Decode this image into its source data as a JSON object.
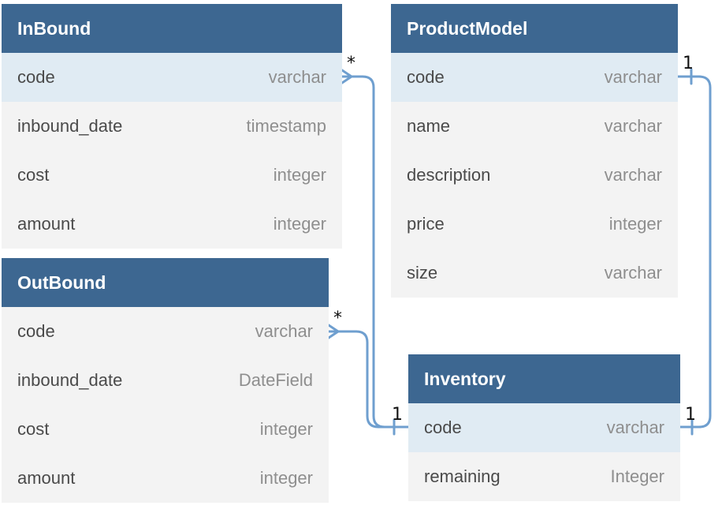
{
  "tables": {
    "inbound": {
      "title": "InBound",
      "columns": [
        {
          "name": "code",
          "type": "varchar"
        },
        {
          "name": "inbound_date",
          "type": "timestamp"
        },
        {
          "name": "cost",
          "type": "integer"
        },
        {
          "name": "amount",
          "type": "integer"
        }
      ]
    },
    "outbound": {
      "title": "OutBound",
      "columns": [
        {
          "name": "code",
          "type": "varchar"
        },
        {
          "name": "inbound_date",
          "type": "DateField"
        },
        {
          "name": "cost",
          "type": "integer"
        },
        {
          "name": "amount",
          "type": "integer"
        }
      ]
    },
    "productmodel": {
      "title": "ProductModel",
      "columns": [
        {
          "name": "code",
          "type": "varchar"
        },
        {
          "name": "name",
          "type": "varchar"
        },
        {
          "name": "description",
          "type": "varchar"
        },
        {
          "name": "price",
          "type": "integer"
        },
        {
          "name": "size",
          "type": "varchar"
        }
      ]
    },
    "inventory": {
      "title": "Inventory",
      "columns": [
        {
          "name": "code",
          "type": "varchar"
        },
        {
          "name": "remaining",
          "type": "Integer"
        }
      ]
    }
  },
  "relations": [
    {
      "from": "InBound.code",
      "to": "Inventory.code",
      "from_card": "*",
      "to_card": "1"
    },
    {
      "from": "OutBound.code",
      "to": "Inventory.code",
      "from_card": "*",
      "to_card": "1"
    },
    {
      "from": "ProductModel.code",
      "to": "Inventory.code",
      "from_card": "1",
      "to_card": "1"
    }
  ],
  "colors": {
    "header": "#3d6791",
    "row_highlight": "#e0ebf3",
    "table_bg": "#f3f3f3",
    "connector": "#6f9fcf"
  }
}
